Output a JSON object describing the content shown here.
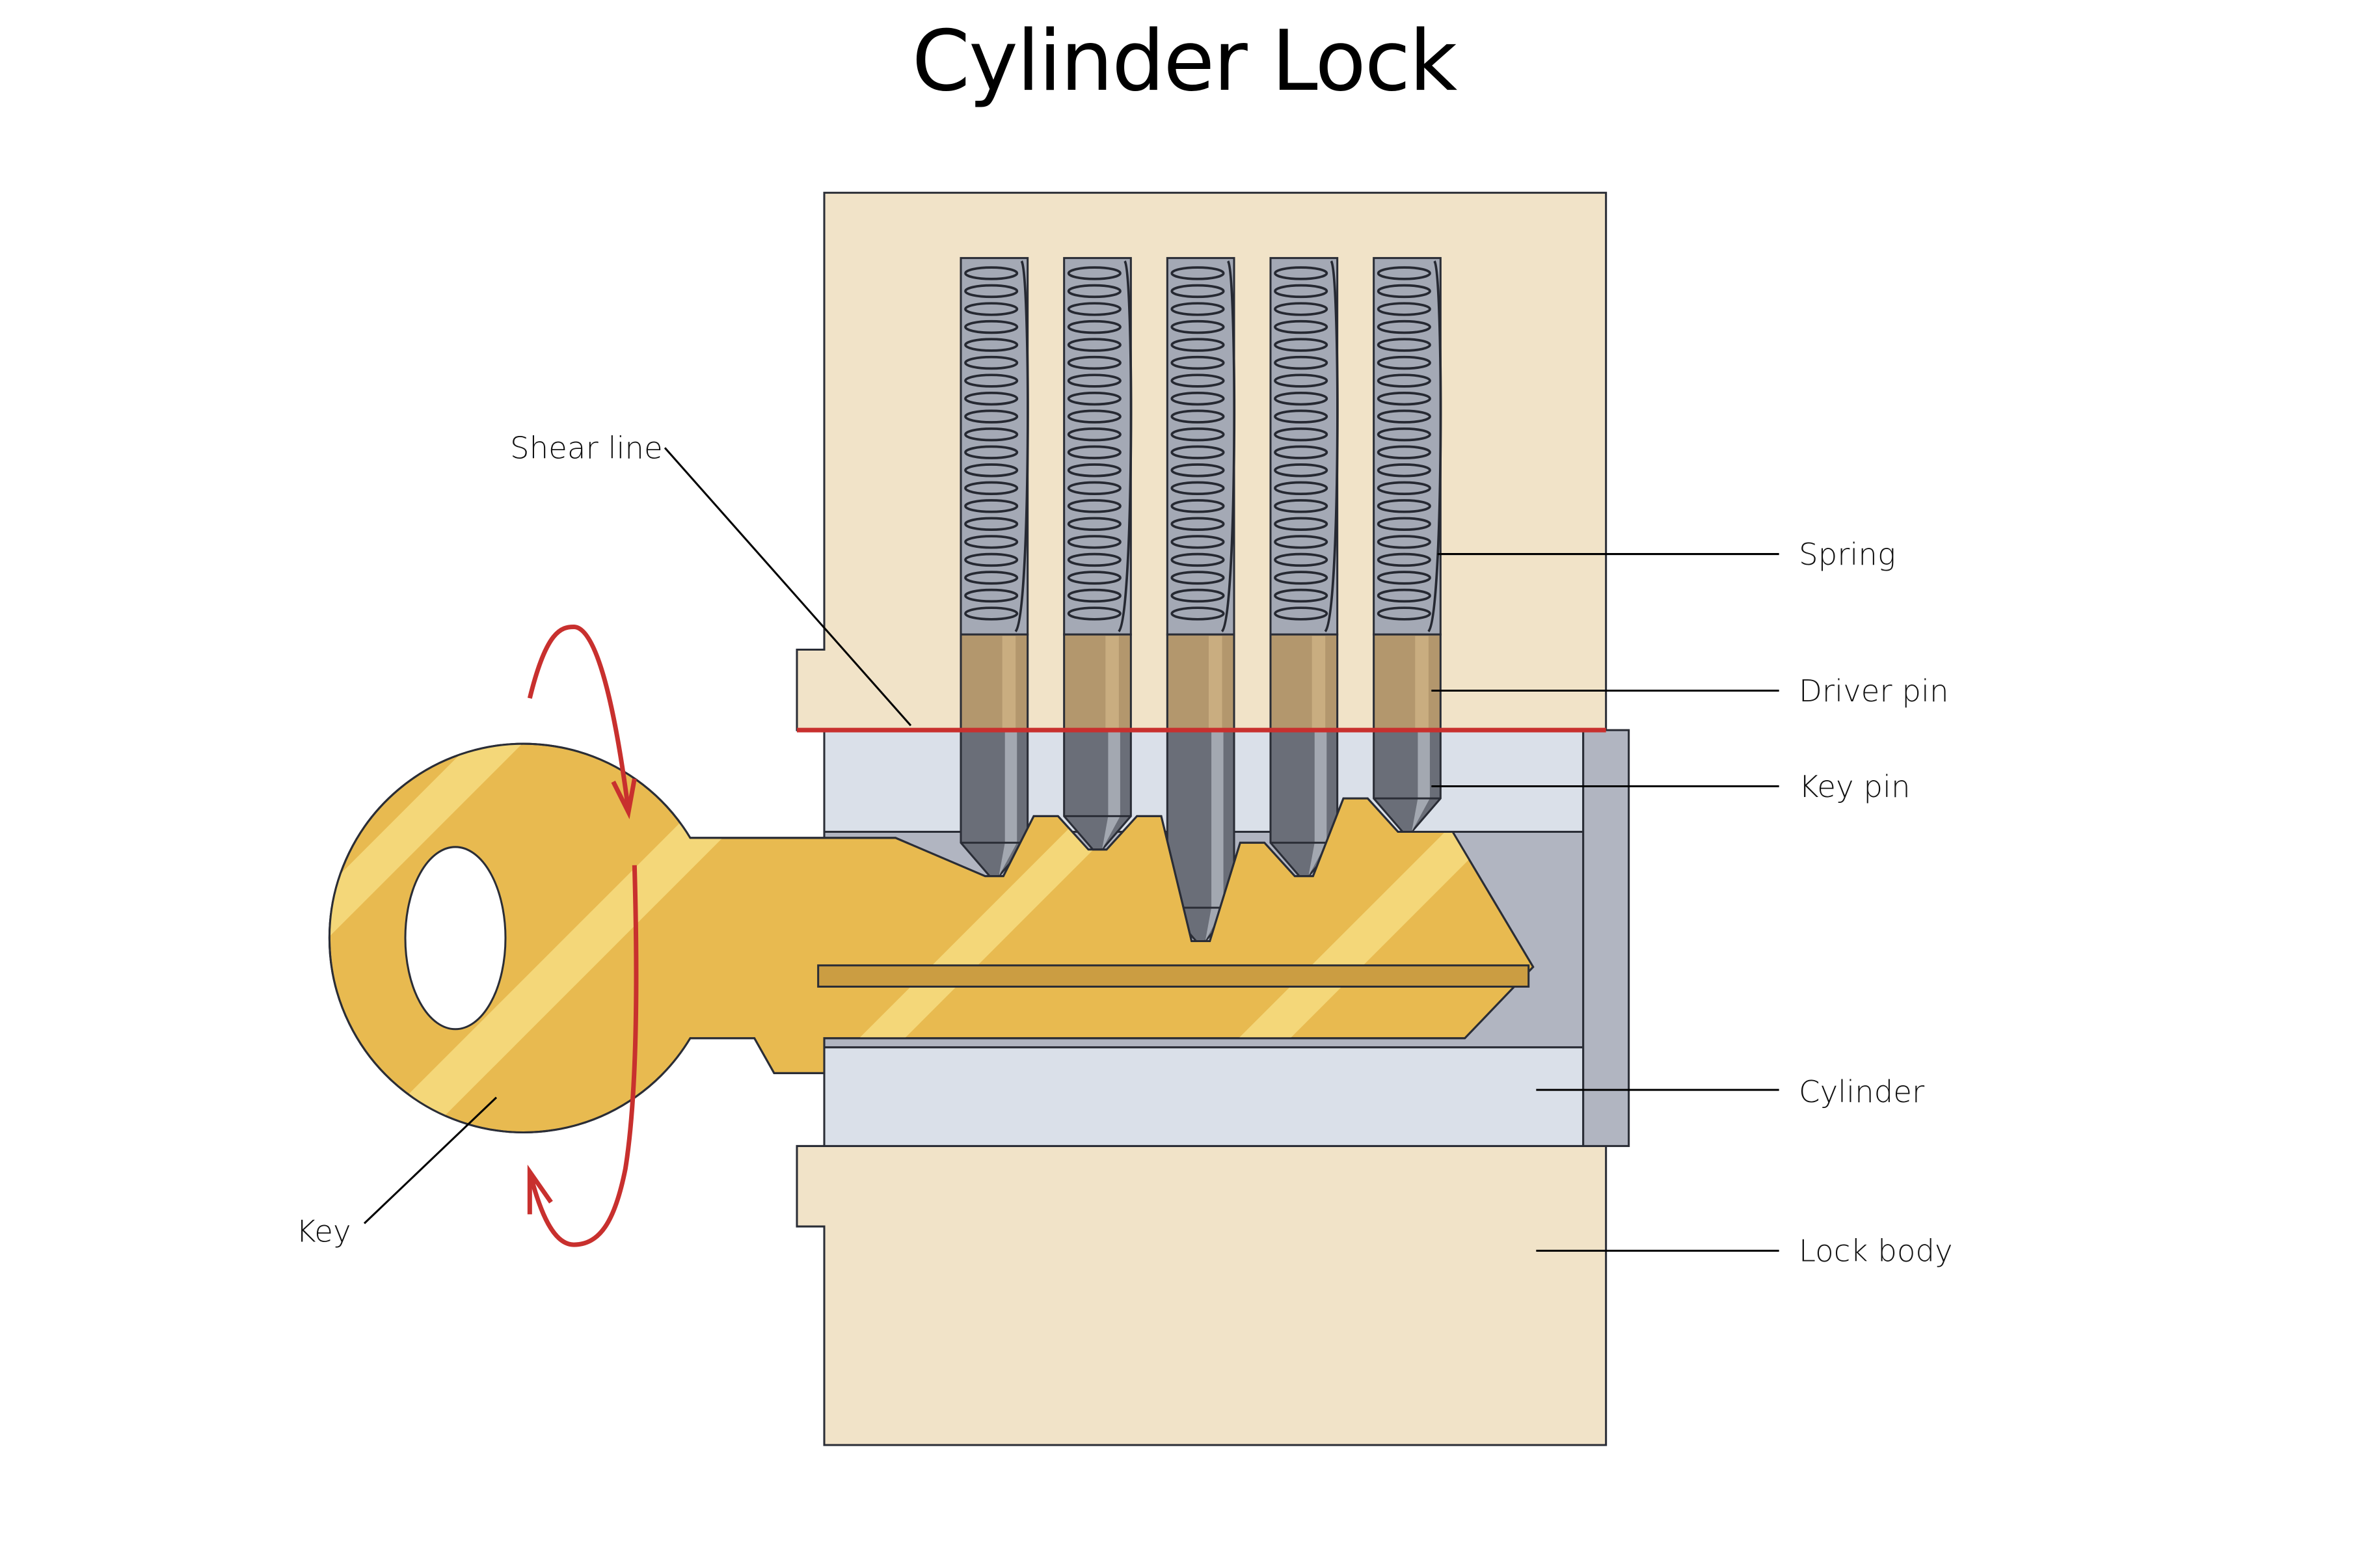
{
  "title": "Cylinder Lock",
  "labels": {
    "shear_line": "Shear line",
    "spring": "Spring",
    "driver_pin": "Driver pin",
    "key_pin": "Key pin",
    "cylinder": "Cylinder",
    "lock_body": "Lock body",
    "key": "Key"
  },
  "colors": {
    "lock_body": "#f1e3c8",
    "cylinder": "#dae0e9",
    "keyway": "#b1b5c1",
    "cylinder_face": "#b1b5c1",
    "spring_bg": "#a4a9b5",
    "spring_coil": "#262932",
    "driver_pin": "#b3976d",
    "driver_pin_highlight": "#c9ad80",
    "key_pin": "#6a6e78",
    "key_pin_highlight": "#a3a8b1",
    "key": "#e8ba50",
    "key_highlight": "#f4d779",
    "key_groove": "#cb9d42",
    "shear_line": "#c8302e",
    "rotation_arrow": "#c8302e",
    "leader": "#000000"
  },
  "pins": [
    {
      "index": 1,
      "key_pin_length": 0.62
    },
    {
      "index": 2,
      "key_pin_length": 0.53
    },
    {
      "index": 3,
      "key_pin_length": 0.84
    },
    {
      "index": 4,
      "key_pin_length": 0.62
    },
    {
      "index": 5,
      "key_pin_length": 0.47
    }
  ],
  "spring_coils": 20
}
